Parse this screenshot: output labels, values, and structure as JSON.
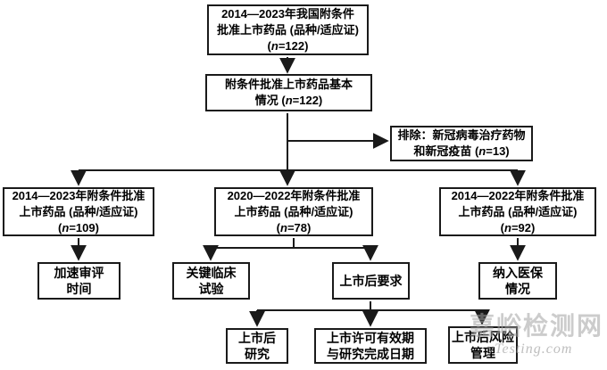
{
  "colors": {
    "line": "#1a1a1a",
    "watermark": "#a2a2a2"
  },
  "watermark": {
    "cn": "嘉峪检测网",
    "en": "yTesting.com"
  },
  "boxes": {
    "top": {
      "lines": [
        "2014—2023年我国附条件",
        "批准上市药品 (品种/适应证)",
        "(n=122)"
      ]
    },
    "basic": {
      "lines": [
        "附条件批准上市药品基本",
        "情况 (n=122)"
      ]
    },
    "exclude": {
      "lines": [
        "排除：新冠病毒治疗药物",
        "和新冠疫苗 (n=13)"
      ]
    },
    "left2023": {
      "lines": [
        "2014—2023年附条件批准",
        "上市药品 (品种/适应证)",
        "(n=109)"
      ]
    },
    "mid2022": {
      "lines": [
        "2020—2022年附条件批准",
        "上市药品 (品种/适应证)",
        "(n=78)"
      ]
    },
    "right2022": {
      "lines": [
        "2014—2022年附条件批准",
        "上市药品 (品种/适应证)",
        "(n=92)"
      ]
    },
    "review_time": {
      "lines": [
        "加速审评",
        "时间"
      ]
    },
    "pivotal_trial": {
      "lines": [
        "关键临床",
        "试验"
      ]
    },
    "post_marketing_req": {
      "lines": [
        "上市后要求"
      ]
    },
    "medical_insurance": {
      "lines": [
        "纳入医保",
        "情况"
      ]
    },
    "post_marketing_study": {
      "lines": [
        "上市后",
        "研究"
      ]
    },
    "license_validity": {
      "lines": [
        "上市许可有效期",
        "与研究完成日期"
      ]
    },
    "risk_management": {
      "lines": [
        "上市后风险",
        "管理"
      ]
    }
  }
}
